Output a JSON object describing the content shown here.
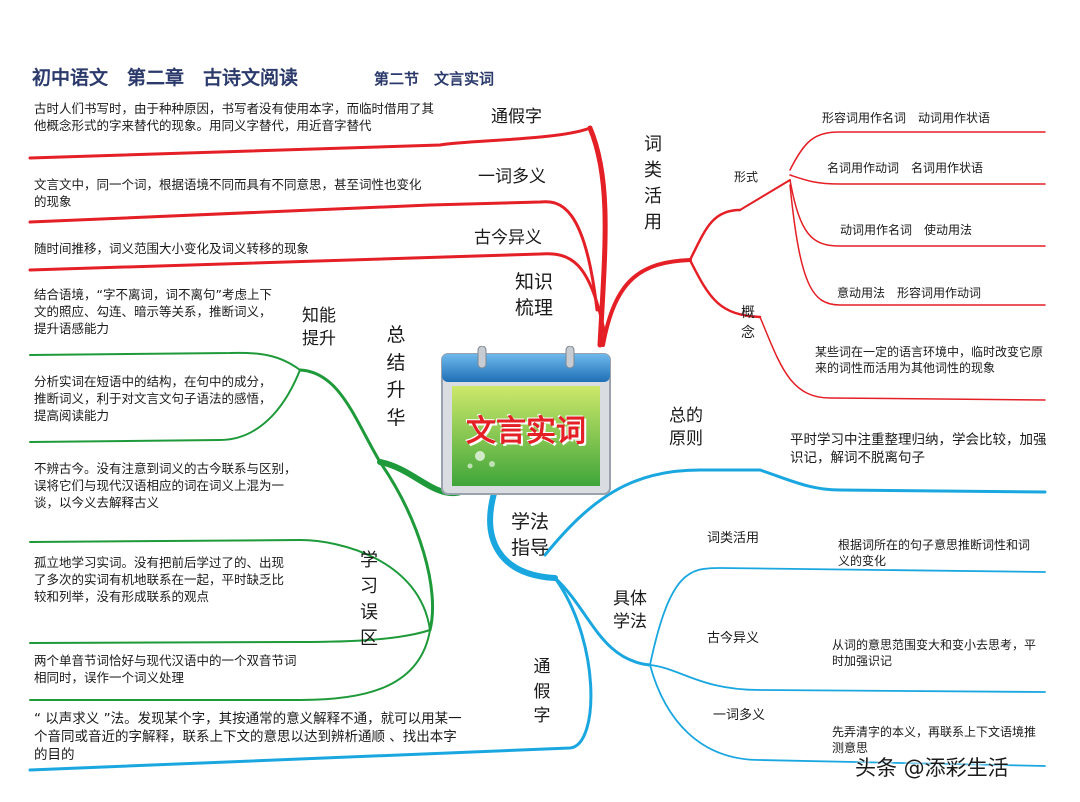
{
  "header": {
    "title": "初中语文　第二章　古诗文阅读",
    "subtitle": "第二节　文言实词"
  },
  "center": {
    "label": "文言实词"
  },
  "zhishi": {
    "label": "知识\n梳理",
    "tongjiazi": {
      "label": "通假字",
      "desc": "古时人们书写时，由于种种原因，书写者没有使用本字，而临时借用了其他概念形式的字来替代的现象。用同义字替代，用近音字替代"
    },
    "yiciduoyi": {
      "label": "一词多义",
      "desc": "文言文中，同一个词，根据语境不同而具有不同意思，甚至词性也变化的现象"
    },
    "gujinyiyi": {
      "label": "古今异义",
      "desc": "随时间推移，词义范围大小变化及词义转移的现象"
    }
  },
  "cilei": {
    "label": "词类活用",
    "xingshi": {
      "label": "形式",
      "items": [
        "形容词用作名词　动词用作状语",
        "名词用作动词　名词用作状语",
        "动词用作名词　使动用法",
        "意动用法　形容词用作动词"
      ]
    },
    "gainian": {
      "label": "概念",
      "desc": "某些词在一定的语言环境中，临时改变它原来的词性而活用为其他词性的现象"
    }
  },
  "zongjie": {
    "label": "总结升华",
    "zhineng": {
      "label": "知能\n提升",
      "items": [
        "结合语境，“字不离词，词不离句”考虑上下文的照应、勾连、暗示等关系，推断词义，提升语感能力",
        "分析实词在短语中的结构，在句中的成分，推断词义，利于对文言文句子语法的感悟，提高阅读能力"
      ]
    },
    "wuqu": {
      "label": "学习误区",
      "items": [
        "不辨古今。没有注意到词义的古今联系与区别，误将它们与现代汉语相应的词在词义上混为一谈，以今义去解释古义",
        "孤立地学习实词。没有把前后学过了的、出现了多次的实词有机地联系在一起，平时缺乏比较和列举，没有形成联系的观点",
        "两个单音节词恰好与现代汉语中的一个双音节词相同时，误作一个词义处理"
      ]
    }
  },
  "xuefa": {
    "label": "学法\n指导",
    "zongyuanze": {
      "label": "总的\n原则",
      "desc": "平时学习中注重整理归纳，学会比较，加强识记，解词不脱离句子"
    },
    "juti": {
      "label": "具体\n学法",
      "items": [
        {
          "label": "词类活用",
          "desc": "根据词所在的句子意思推断词性和词义的变化"
        },
        {
          "label": "古今异义",
          "desc": "从词的意思范围变大和变小去思考，平时加强识记"
        },
        {
          "label": "一词多义",
          "desc": "先弄清字的本义，再联系上下文语境推测意思"
        }
      ]
    },
    "tongjia": {
      "label": "通假字",
      "desc": "“ 以声求义 ”法。发现某个字，其按通常的意义解释不通，就可以用某一个音同或音近的字解释，联系上下文的意思以达到辨析通顺 、找出本字的目的"
    }
  },
  "watermark": {
    "text": "头条 @添彩生活"
  },
  "colors": {
    "red": "#e41f26",
    "green": "#1e9a3a",
    "blue": "#1aa7e0",
    "title": "#2b3a6b"
  }
}
